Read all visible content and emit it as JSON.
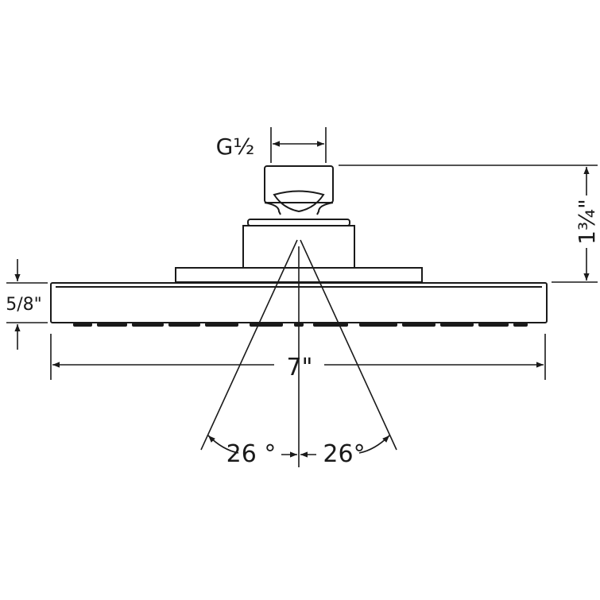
{
  "dimensions": {
    "connection_thread": "G½",
    "height": "1¾\"",
    "plate_thickness": "5/8\"",
    "width": "7\"",
    "spray_angle_left": "26 °",
    "spray_angle_right": "26°"
  },
  "colors": {
    "line": "#1a1a1a",
    "background": "#ffffff"
  }
}
